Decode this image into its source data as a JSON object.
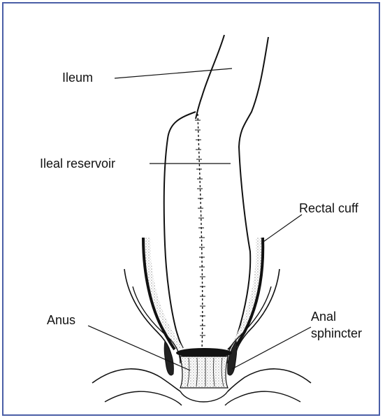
{
  "colors": {
    "frame_border": "#4a5ea6",
    "ink": "#111111",
    "stipple": "#cfcfcf"
  },
  "labels": {
    "ileum": "Ileum",
    "ileal_reservoir": "Ileal reservoir",
    "rectal_cuff": "Rectal cuff",
    "anus": "Anus",
    "anal_sphincter_line1": "Anal",
    "anal_sphincter_line2": "sphincter"
  }
}
